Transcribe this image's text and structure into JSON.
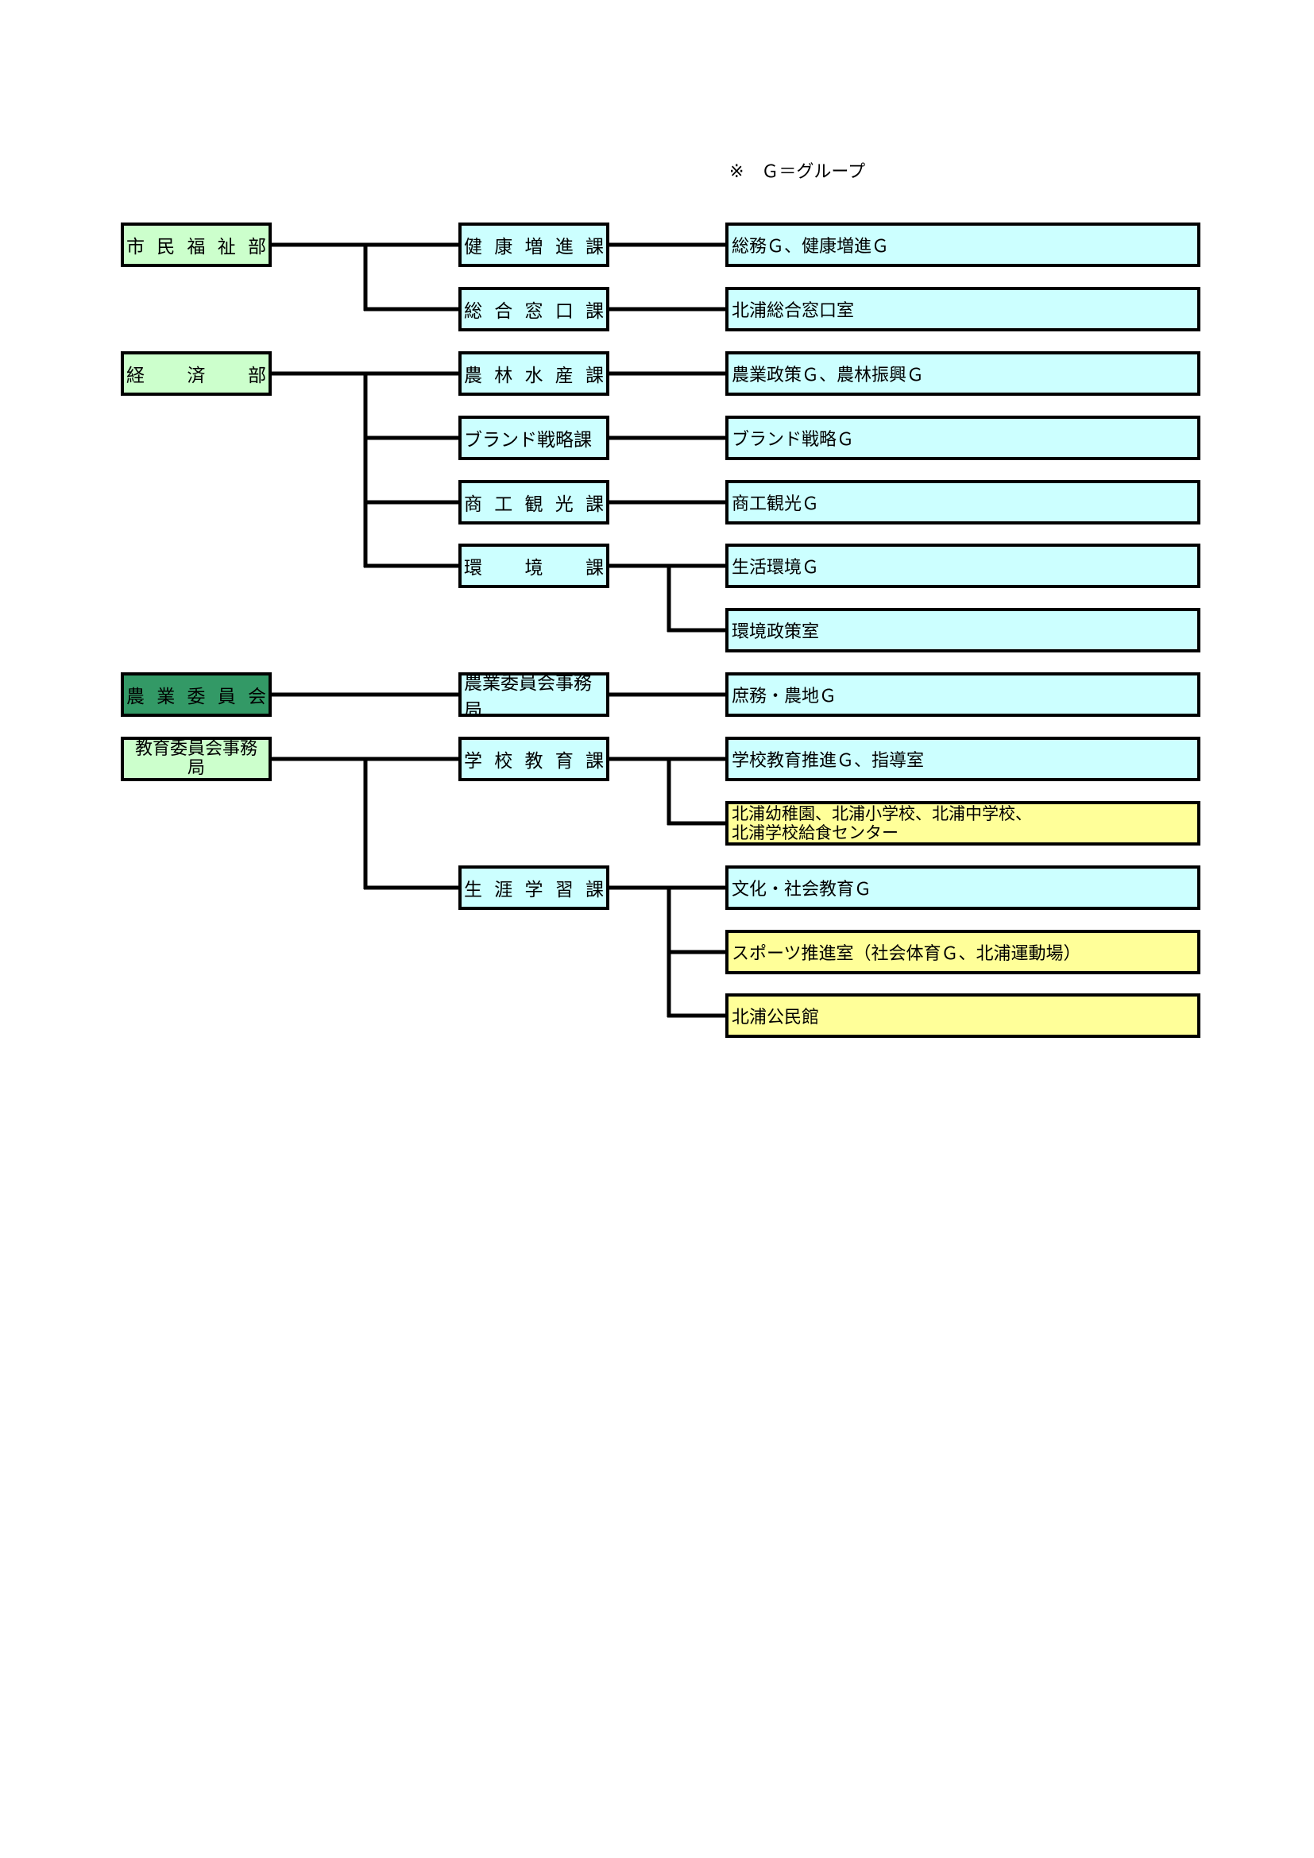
{
  "note": "※　Ｇ＝グループ",
  "departments": [
    {
      "label": "市民福祉部",
      "chars": [
        "市",
        "民",
        "福",
        "祉",
        "部"
      ]
    },
    {
      "label": "経済部",
      "chars": [
        "経",
        "済",
        "部"
      ]
    },
    {
      "label": "農業委員会",
      "chars": [
        "農",
        "業",
        "委",
        "員",
        "会"
      ]
    },
    {
      "label_line1": "教育委員会事務",
      "label_line2": "局"
    }
  ],
  "sections": [
    {
      "label": "健康増進課",
      "chars": [
        "健",
        "康",
        "増",
        "進",
        "課"
      ]
    },
    {
      "label": "総合窓口課",
      "chars": [
        "総",
        "合",
        "窓",
        "口",
        "課"
      ]
    },
    {
      "label": "農林水産課",
      "chars": [
        "農",
        "林",
        "水",
        "産",
        "課"
      ]
    },
    {
      "label": "ブランド戦略課"
    },
    {
      "label": "商工観光課",
      "chars": [
        "商",
        "工",
        "観",
        "光",
        "課"
      ]
    },
    {
      "label": "環境課",
      "chars": [
        "環",
        "境",
        "課"
      ]
    },
    {
      "label": "農業委員会事務局"
    },
    {
      "label": "学校教育課",
      "chars": [
        "学",
        "校",
        "教",
        "育",
        "課"
      ]
    },
    {
      "label": "生涯学習課",
      "chars": [
        "生",
        "涯",
        "学",
        "習",
        "課"
      ]
    }
  ],
  "units": [
    {
      "label": "総務Ｇ、健康増進Ｇ"
    },
    {
      "label": "北浦総合窓口室"
    },
    {
      "label": "農業政策Ｇ、農林振興Ｇ"
    },
    {
      "label": "ブランド戦略Ｇ"
    },
    {
      "label": "商工観光Ｇ"
    },
    {
      "label": "生活環境Ｇ"
    },
    {
      "label": "環境政策室"
    },
    {
      "label": "庶務・農地Ｇ"
    },
    {
      "label": "学校教育推進Ｇ、指導室"
    },
    {
      "line1": "北浦幼稚園、北浦小学校、北浦中学校、",
      "line2": "北浦学校給食センター"
    },
    {
      "label": "文化・社会教育Ｇ"
    },
    {
      "label": "スポーツ推進室（社会体育Ｇ、北浦運動場）"
    },
    {
      "label": "北浦公民館"
    }
  ],
  "colors": {
    "dept": "#ccffcc",
    "dept_dark": "#339966",
    "section": "#ccffff",
    "unit": "#ccffff",
    "unit_yellow": "#ffff99",
    "line": "#000000"
  }
}
